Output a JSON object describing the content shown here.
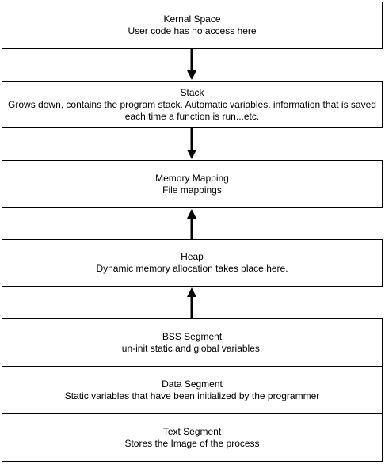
{
  "segments": {
    "kernel": {
      "title": "Kernal Space",
      "desc": "User code has no access here"
    },
    "stack": {
      "title": "Stack",
      "desc": "Grows down, contains the program stack. Automatic variables, information that is saved each time a function is run...etc."
    },
    "mmap": {
      "title": "Memory Mapping",
      "desc": "File mappings"
    },
    "heap": {
      "title": "Heap",
      "desc": "Dynamic memory allocation takes place here."
    },
    "bss": {
      "title": "BSS Segment",
      "desc": "un-init static and global variables."
    },
    "data": {
      "title": "Data Segment",
      "desc": "Static variables that have been initialized by the programmer"
    },
    "text": {
      "title": "Text Segment",
      "desc": "Stores the Image of the process"
    }
  },
  "colors": {
    "stroke": "#000000",
    "fill": "#ffffff"
  }
}
